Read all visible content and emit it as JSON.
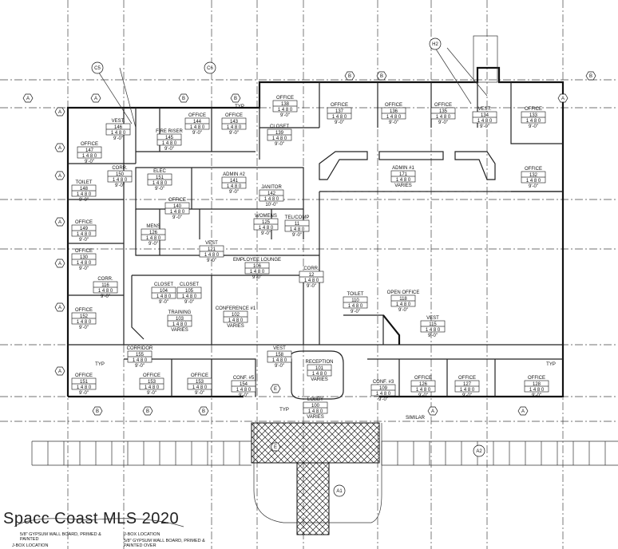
{
  "watermark": "Spacc Coast MLS 2020",
  "notes": [
    "5/8\" GYPSUM WALL BOARD, PRIMED & PAINTED",
    "J-BOX LOCATION",
    "J-BOX LOCATION",
    "5/8\" GYPSUM WALL BOARD, PRIMED & PAINTED OVER"
  ],
  "rooms": [
    {
      "name": "OFFICE",
      "number": "147",
      "dim": "9'-0\""
    },
    {
      "name": "VEST.",
      "number": "146",
      "dim": "9'-0\""
    },
    {
      "name": "FIRE RISER",
      "number": "145",
      "dim": "9'-0\""
    },
    {
      "name": "OFFICE",
      "number": "144",
      "dim": "9'-0\""
    },
    {
      "name": "OFFICE",
      "number": "143",
      "dim": "9'-0\""
    },
    {
      "name": "OFFICE",
      "number": "138",
      "dim": "9'-0\""
    },
    {
      "name": "CLOSET",
      "number": "139",
      "dim": "9'-0\""
    },
    {
      "name": "OFFICE",
      "number": "137",
      "dim": "9'-0\""
    },
    {
      "name": "OFFICE",
      "number": "136",
      "dim": "9'-0\""
    },
    {
      "name": "OFFICE",
      "number": "135",
      "dim": "9'-0\""
    },
    {
      "name": "VEST.",
      "number": "134",
      "dim": "9'-0\""
    },
    {
      "name": "OFFICE",
      "number": "133",
      "dim": "9'-0\""
    },
    {
      "name": "ADMIN #2",
      "number": "141",
      "dim": "9'-0\""
    },
    {
      "name": "JANITOR",
      "number": "142",
      "dim": "10'-0\""
    },
    {
      "name": "ELEC",
      "number": "151",
      "dim": "9'-0\""
    },
    {
      "name": "OFFICE",
      "number": "140",
      "dim": "9'-0\""
    },
    {
      "name": "CORR.",
      "number": "150",
      "dim": "9'-0\""
    },
    {
      "name": "TOILET",
      "number": "148",
      "dim": "9'-0\""
    },
    {
      "name": "ADMIN #1",
      "number": "171",
      "dim": "VARIES"
    },
    {
      "name": "OFFICE",
      "number": "132",
      "dim": "9'-0\""
    },
    {
      "name": "OFFICE",
      "number": "149",
      "dim": "9'-0\""
    },
    {
      "name": "MENS",
      "number": "126",
      "dim": "9'-0\""
    },
    {
      "name": "WOMENS",
      "number": "125",
      "dim": "9'-0\""
    },
    {
      "name": "TEL/COMP",
      "number": "11",
      "dim": "9'-0\""
    },
    {
      "name": "VEST",
      "number": "121",
      "dim": "9'-0\""
    },
    {
      "name": "EMPLOYEE LOUNGE",
      "number": "106",
      "dim": "9'-0\""
    },
    {
      "name": "CORR.",
      "number": "12",
      "dim": "9'-0\""
    },
    {
      "name": "OFFICE",
      "number": "130",
      "dim": "9'-0\""
    },
    {
      "name": "CORR.",
      "number": "116",
      "dim": "9'-0\""
    },
    {
      "name": "CLOSET",
      "number": "104",
      "dim": "9'-0\""
    },
    {
      "name": "CLOSET",
      "number": "105",
      "dim": "9'-0\""
    },
    {
      "name": "TRAINING",
      "number": "103",
      "dim": "VARIES"
    },
    {
      "name": "CONFERENCE #1",
      "number": "102",
      "dim": "VARIES"
    },
    {
      "name": "OFFICE",
      "number": "152",
      "dim": "9'-0\""
    },
    {
      "name": "CORRIDOR",
      "number": "155",
      "dim": "9'-0\""
    },
    {
      "name": "OFFICE",
      "number": "151",
      "dim": "9'-0\""
    },
    {
      "name": "OFFICE",
      "number": "153",
      "dim": "9'-0\""
    },
    {
      "name": "OFFICE",
      "number": "153",
      "dim": "9'-0\""
    },
    {
      "name": "CONF. #5",
      "number": "154",
      "dim": "9'-0\""
    },
    {
      "name": "VEST",
      "number": "158",
      "dim": "9'-0\""
    },
    {
      "name": "RECEPTION",
      "number": "101",
      "dim": "VARIES"
    },
    {
      "name": "LOBBY",
      "number": "100",
      "dim": "VARIES"
    },
    {
      "name": "TOILET",
      "number": "110",
      "dim": "9'-0\""
    },
    {
      "name": "OPEN OFFICE",
      "number": "118",
      "dim": "9'-0\""
    },
    {
      "name": "VEST",
      "number": "115",
      "dim": "9'-0\""
    },
    {
      "name": "CONF. #3",
      "number": "109",
      "dim": "9'-0\""
    },
    {
      "name": "OFFICE",
      "number": "126",
      "dim": "9'-0\""
    },
    {
      "name": "OFFICE",
      "number": "127",
      "dim": "9'-0\""
    },
    {
      "name": "OFFICE",
      "number": "128",
      "dim": "9'-0\""
    }
  ],
  "grid_bubbles": [
    "A",
    "B",
    "B",
    "B",
    "A",
    "B",
    "B",
    "A",
    "B",
    "B",
    "B",
    "A",
    "A",
    "A",
    "A",
    "A",
    "A",
    "A",
    "A",
    "A",
    "E",
    "E"
  ],
  "callouts": [
    "TYP",
    "TYP",
    "TYP",
    "TYP",
    "SIMILAR"
  ],
  "elevation_tags": [
    "C5",
    "C6",
    "H2",
    "A2",
    "A1"
  ]
}
